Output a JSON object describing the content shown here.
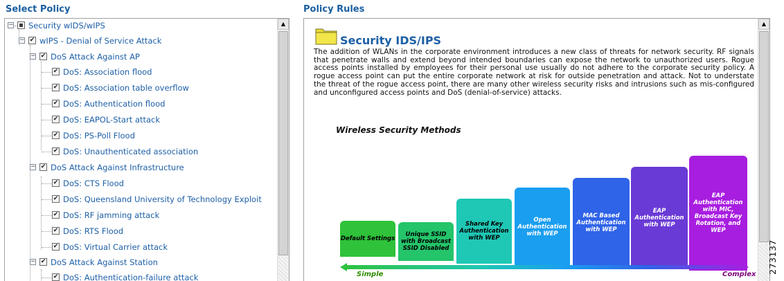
{
  "left_panel": {
    "title": "Select Policy"
  },
  "right_panel": {
    "title": "Policy Rules"
  },
  "tree": {
    "root": {
      "label": "Security wIDS/wIPS"
    },
    "wips": {
      "label": "wIPS - Denial of Service Attack"
    },
    "ap": {
      "label": "DoS Attack Against AP"
    },
    "ap_items": [
      "DoS: Association flood",
      "DoS: Association table overflow",
      "DoS: Authentication flood",
      "DoS: EAPOL-Start attack",
      "DoS: PS-Poll Flood",
      "DoS: Unauthenticated association"
    ],
    "infra": {
      "label": "DoS Attack Against Infrastructure"
    },
    "infra_items": [
      "DoS: CTS Flood",
      "DoS: Queensland University of Technology Exploit",
      "DoS: RF jamming attack",
      "DoS: RTS Flood",
      "DoS: Virtual Carrier attack"
    ],
    "station": {
      "label": "DoS Attack Against Station"
    },
    "station_items": [
      "DoS: Authentication-failure attack"
    ]
  },
  "rules": {
    "heading": "Security IDS/IPS",
    "paragraph": "The addition of WLANs in the corporate environment introduces a new class of threats for network security. RF signals that penetrate walls and extend beyond intended boundaries can expose the network to unauthorized users. Rogue access points installed by employees for their personal use usually do not adhere to the corporate security policy. A rogue access point can put the entire corporate network at risk for outside penetration and attack. Not to understate the threat of the rogue access point, there are many other wireless security risks and intrusions such as mis-configured and unconfigured access points and DoS (denial-of-service) attacks.",
    "methods_title": "Wireless Security Methods",
    "steps": [
      {
        "label": "Default Settings",
        "color": "#2fc23a",
        "text_color": "#000000"
      },
      {
        "label": "Unique SSID with Broadcast SSID Disabled",
        "color": "#24c46a",
        "text_color": "#000000"
      },
      {
        "label": "Shared Key Authentication with WEP",
        "color": "#1fc7b5",
        "text_color": "#000000"
      },
      {
        "label": "Open Authentication with WEP",
        "color": "#1a9ef0",
        "text_color": "#ffffff"
      },
      {
        "label": "MAC Based Authentication with WEP",
        "color": "#2f63e8",
        "text_color": "#ffffff"
      },
      {
        "label": "EAP Authentication with WEP",
        "color": "#6a3ad6",
        "text_color": "#ffffff"
      },
      {
        "label": "EAP Authentication with MIC, Broadcast Key Rotation, and WEP",
        "color": "#a81ee0",
        "text_color": "#ffffff"
      }
    ],
    "simple_label": "Simple",
    "complex_label": "Complex"
  },
  "figure_id": "273137"
}
